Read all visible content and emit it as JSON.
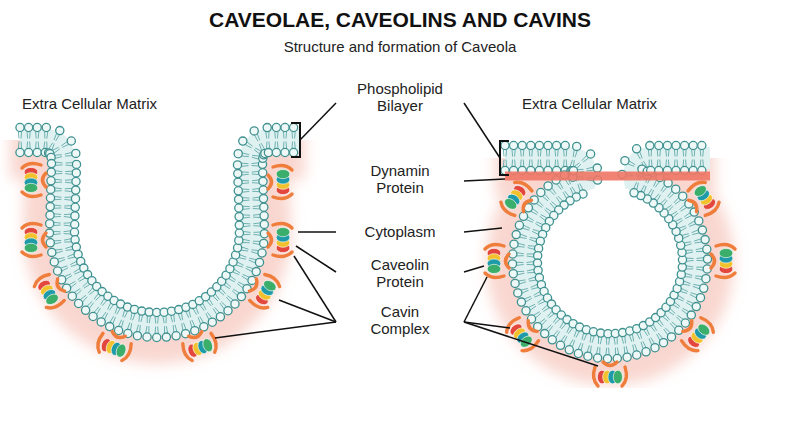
{
  "diagram": {
    "title": "CAVEOLAE, CAVEOLINS AND CAVINS",
    "labels": [
      "Structure and formation of Caveola",
      "Extra Cellular Matrix",
      "Extra Cellular Matrix",
      "Phospholipid Bilayer",
      "Dynamin Protein",
      "Cytoplasm",
      "Caveolin Protein",
      "Cavin Complex"
    ]
  }
}
